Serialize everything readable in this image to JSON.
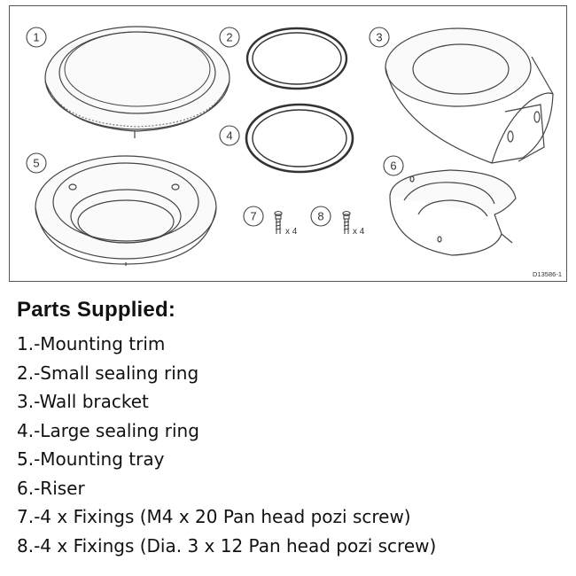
{
  "diagram": {
    "callouts": [
      "1",
      "2",
      "3",
      "4",
      "5",
      "6",
      "7",
      "8"
    ],
    "fixing_qty_7": "x 4",
    "fixing_qty_8": "x 4",
    "reference": "D13586-1"
  },
  "parts": {
    "heading": "Parts Supplied:",
    "items": [
      "1.-Mounting trim",
      "2.-Small sealing ring",
      "3.-Wall bracket",
      "4.-Large sealing ring",
      "5.-Mounting tray",
      "6.-Riser",
      "7.-4 x Fixings (M4 x 20 Pan head pozi screw)",
      "8.-4 x Fixings (Dia. 3 x 12 Pan head pozi screw)"
    ]
  }
}
